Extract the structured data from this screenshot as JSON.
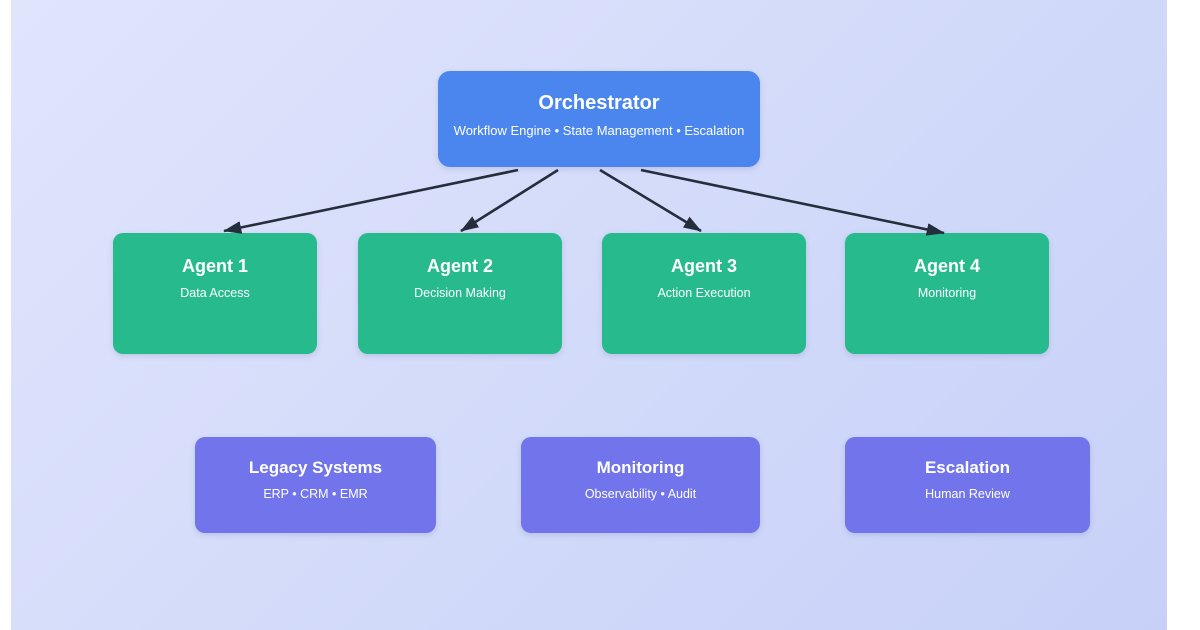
{
  "orchestrator": {
    "title": "Orchestrator",
    "subtitle": "Workflow Engine • State Management • Escalation"
  },
  "agents": [
    {
      "title": "Agent 1",
      "subtitle": "Data Access"
    },
    {
      "title": "Agent 2",
      "subtitle": "Decision Making"
    },
    {
      "title": "Agent 3",
      "subtitle": "Action Execution"
    },
    {
      "title": "Agent 4",
      "subtitle": "Monitoring"
    }
  ],
  "systems": [
    {
      "title": "Legacy Systems",
      "subtitle": "ERP • CRM • EMR"
    },
    {
      "title": "Monitoring",
      "subtitle": "Observability • Audit"
    },
    {
      "title": "Escalation",
      "subtitle": "Human Review"
    }
  ],
  "colors": {
    "orchestrator": "#4b86ee",
    "agent": "#26ba8c",
    "system": "#7174ea",
    "arrow": "#252e3d",
    "background_start": "#e0e5fc",
    "background_end": "#c7d1f8"
  }
}
